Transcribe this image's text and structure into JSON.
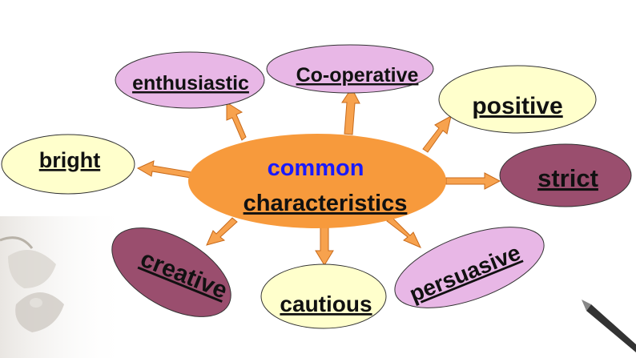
{
  "colors": {
    "yellow_fill": "#ffffcc",
    "pink_fill": "#e8b7e6",
    "maroon_fill": "#9a4e6e",
    "center_fill": "#f79a3c",
    "arrow_fill": "#f7a24e",
    "center_top_text": "#1a1aff"
  },
  "center": {
    "line1": "common",
    "line2": "characteristics"
  },
  "nodes": {
    "enthusiastic": "enthusiastic",
    "cooperative": "Co-operative",
    "positive": "positive",
    "bright": "bright",
    "strict": "strict",
    "creative": "creative",
    "cautious": "cautious",
    "persuasive": "persuasive"
  }
}
